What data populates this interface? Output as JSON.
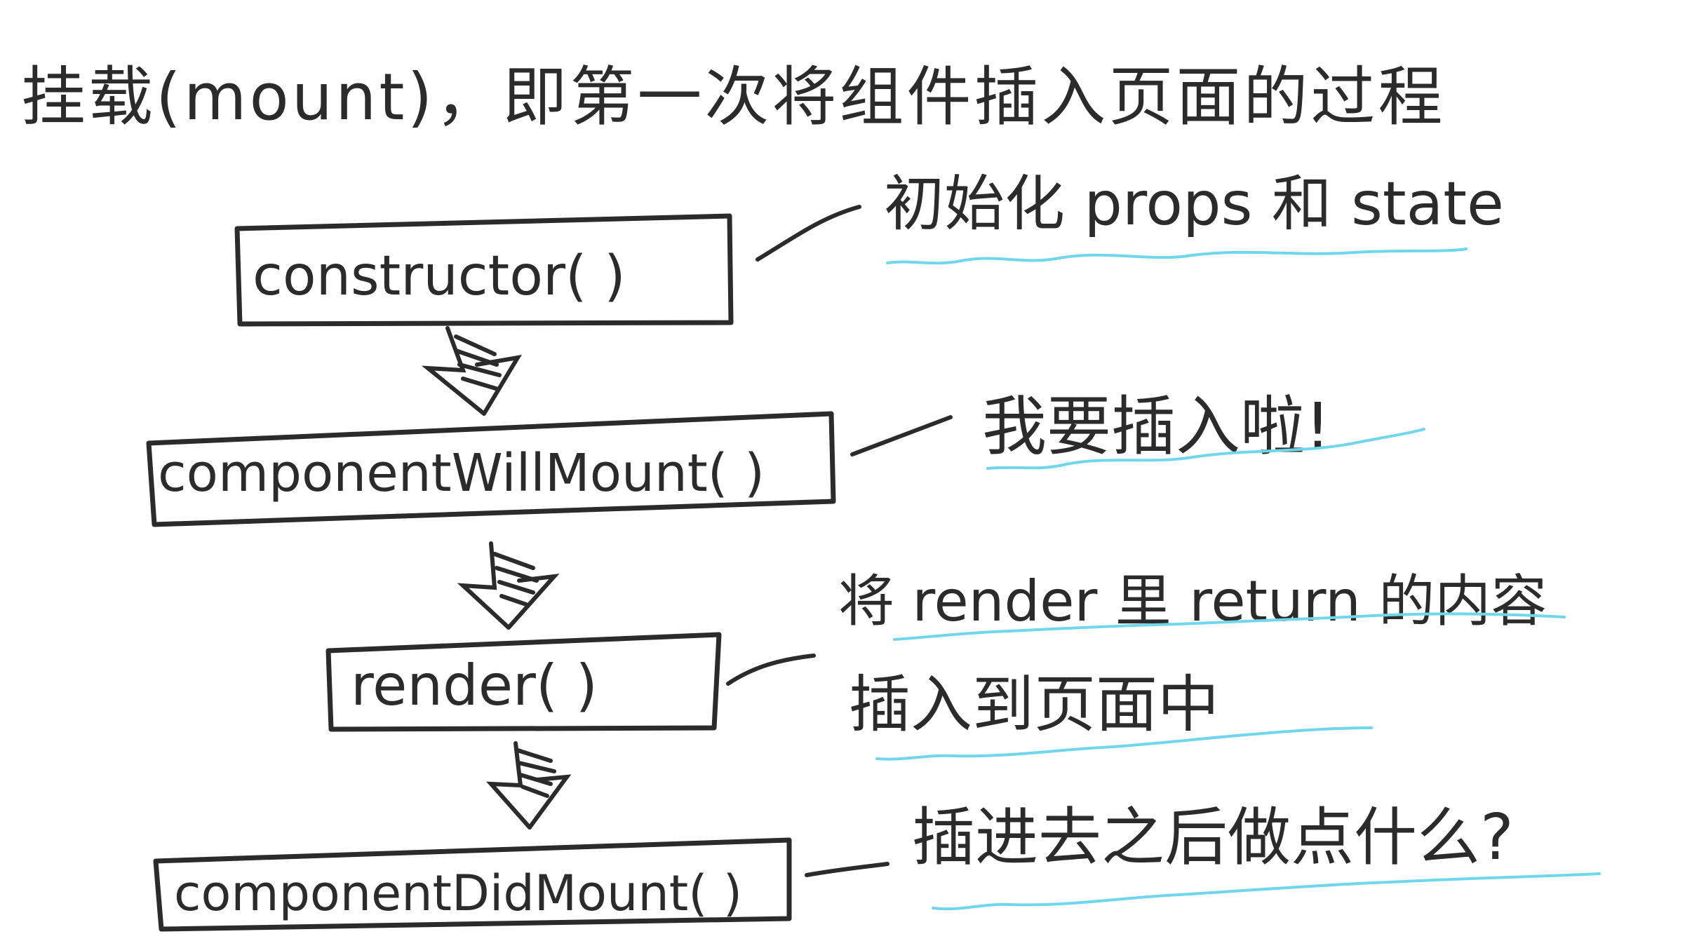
{
  "title": "挂载(mount)，即第一次将组件插入页面的过程",
  "steps": [
    {
      "id": "constructor",
      "label": "constructor(   )",
      "note_lines": [
        "初始化 props 和 state"
      ]
    },
    {
      "id": "component-will-mount",
      "label": "componentWillMount( )",
      "note_lines": [
        "我要插入啦!"
      ]
    },
    {
      "id": "render",
      "label": "render( )",
      "note_lines": [
        "将 render 里 return 的内容",
        "插入到页面中"
      ]
    },
    {
      "id": "component-did-mount",
      "label": "componentDidMount( )",
      "note_lines": [
        "插进去之后做点什么?"
      ]
    }
  ],
  "colors": {
    "ink": "#2b2b2b",
    "highlight": "#6fd6ec",
    "background": "#ffffff"
  }
}
